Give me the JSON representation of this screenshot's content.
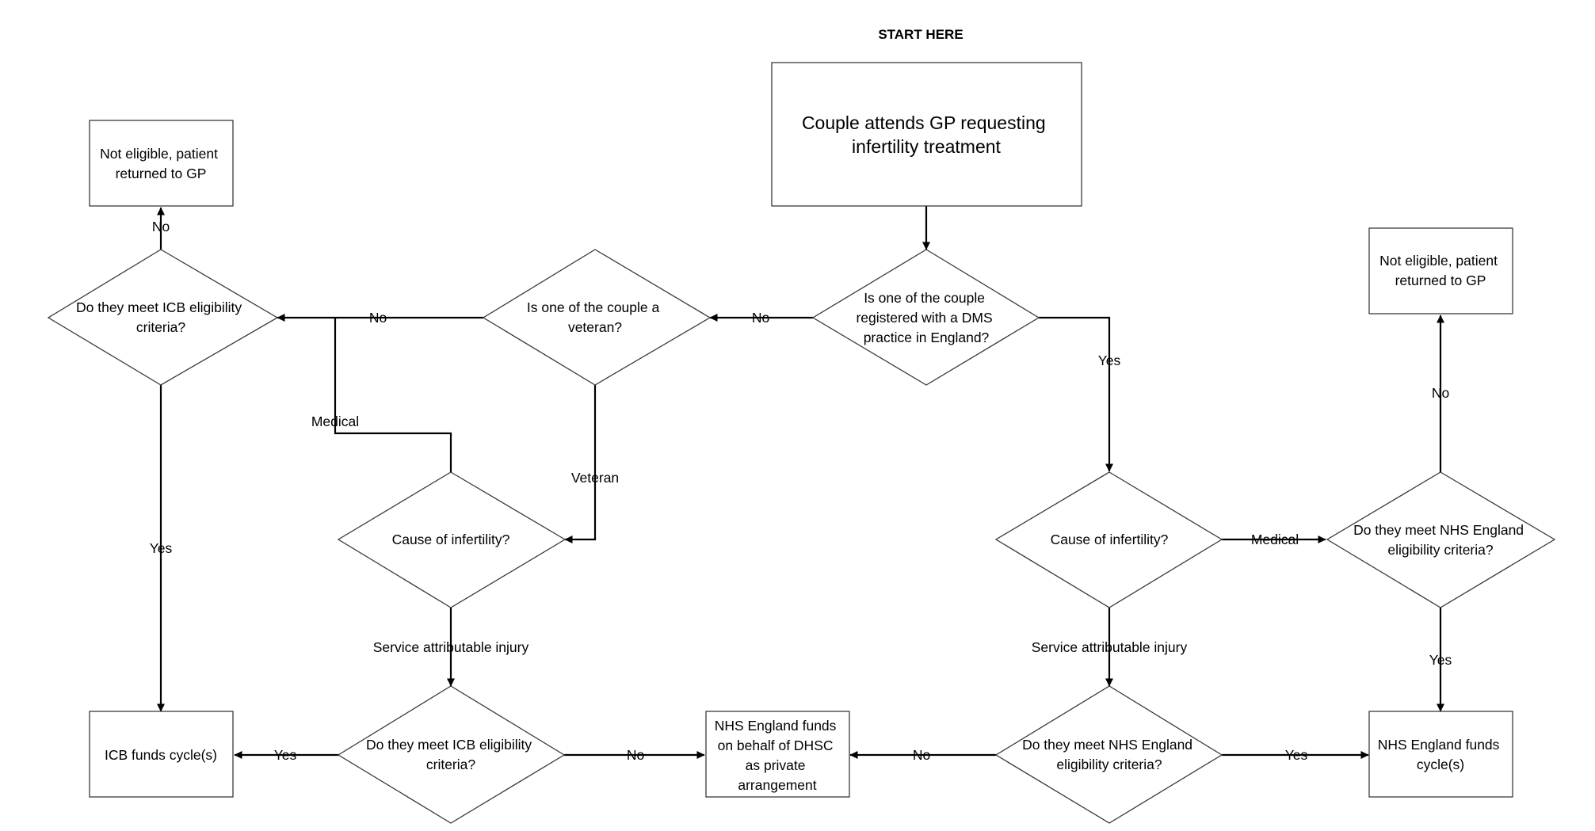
{
  "title": "START HERE",
  "nodes": {
    "start": [
      "Couple attends GP requesting",
      "infertility treatment"
    ],
    "dms_registered": [
      "Is one of the couple",
      "registered with a DMS",
      "practice in England?"
    ],
    "veteran": [
      "Is one of the couple a",
      "veteran?"
    ],
    "icb_eligibility_top": [
      "Do they meet ICB eligibility",
      "criteria?"
    ],
    "not_eligible_left": [
      "Not eligible, patient",
      "returned to GP"
    ],
    "cause_left": [
      "Cause of infertility?"
    ],
    "icb_eligibility_bottom": [
      "Do they meet ICB eligibility",
      "criteria?"
    ],
    "icb_funds": [
      "ICB funds cycle(s)"
    ],
    "nhse_private": [
      "NHS England funds",
      "on behalf of DHSC",
      "as private",
      "arrangement"
    ],
    "cause_right": [
      "Cause of infertility?"
    ],
    "nhse_eligibility_right": [
      "Do they meet NHS England",
      "eligibility criteria?"
    ],
    "not_eligible_right": [
      "Not eligible, patient",
      "returned to GP"
    ],
    "nhse_eligibility_bottom": [
      "Do they meet NHS England",
      "eligibility criteria?"
    ],
    "nhse_funds": [
      "NHS England funds",
      "cycle(s)"
    ]
  },
  "edge_labels": {
    "dms_no": "No",
    "veteran_no": "No",
    "icb_top_no": "No",
    "icb_top_yes": "Yes",
    "medical_left": "Medical",
    "veteran_yes": "Veteran",
    "service_left": "Service attributable injury",
    "icb_bottom_yes": "Yes",
    "icb_bottom_no": "No",
    "dms_yes": "Yes",
    "medical_right": "Medical",
    "nhse_right_no": "No",
    "nhse_right_yes": "Yes",
    "service_right": "Service attributable injury",
    "nhse_bottom_no": "No",
    "nhse_bottom_yes": "Yes"
  }
}
